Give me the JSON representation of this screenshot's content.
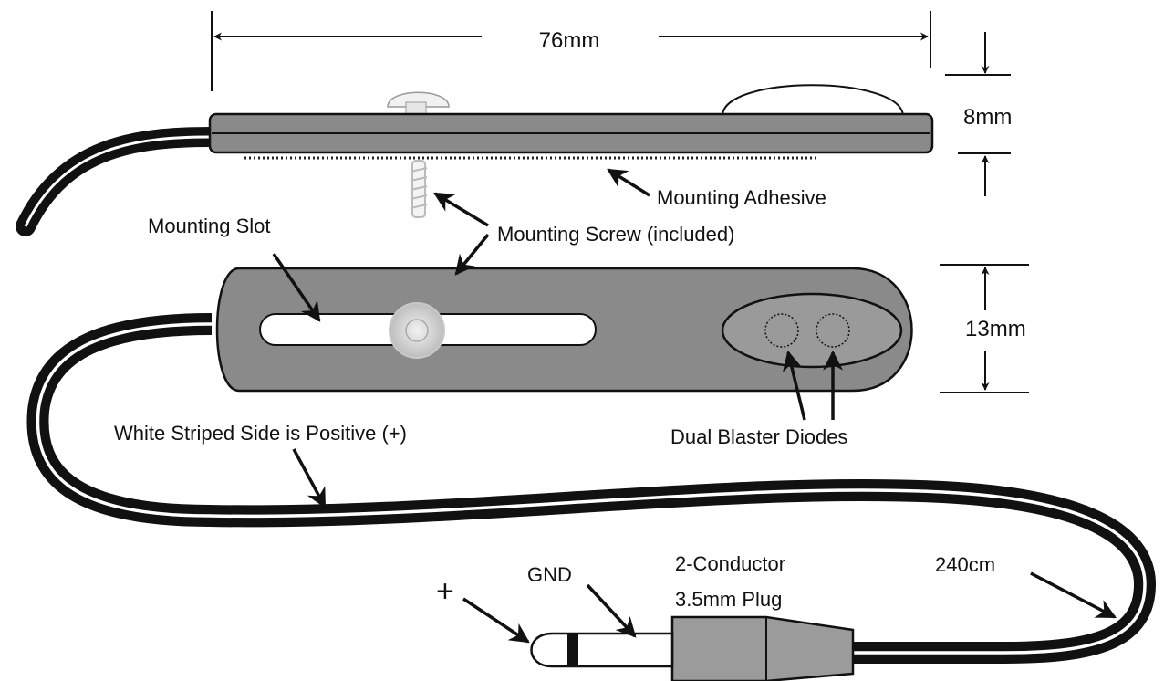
{
  "colors": {
    "background": "#ffffff",
    "ink": "#111111",
    "body": "#8a8a8a",
    "body_top": "#9a9a9a",
    "plug_body": "#9b9b9b",
    "slot": "#ffffff",
    "stripe": "#ffffff"
  },
  "dimensions": {
    "width": "76mm",
    "height": "8mm",
    "depth": "13mm",
    "cable_length": "240cm"
  },
  "labels": {
    "mounting_adhesive": "Mounting Adhesive",
    "mounting_screw": "Mounting Screw (included)",
    "mounting_slot": "Mounting Slot",
    "dual_blaster_diodes": "Dual Blaster Diodes",
    "white_striped_side": "White Striped Side is Positive  (+)",
    "plug_line1": "2-Conductor",
    "plug_line2": "3.5mm Plug",
    "gnd": "GND",
    "plus": "+"
  },
  "icons": {
    "screw": "screw-icon",
    "plug": "audio-plug-icon",
    "diode": "ir-diode-icon"
  }
}
